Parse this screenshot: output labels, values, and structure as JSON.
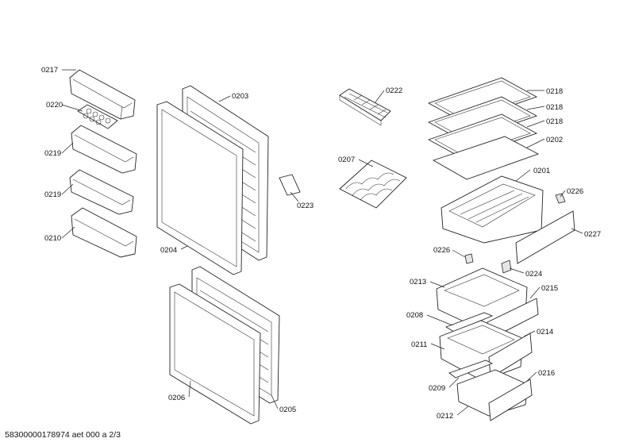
{
  "labels": {
    "p0217": "0217",
    "p0220": "0220",
    "p0219a": "0219",
    "p0219b": "0219",
    "p0210": "0210",
    "p0203": "0203",
    "p0204": "0204",
    "p0223": "0223",
    "p0206": "0206",
    "p0205": "0205",
    "p0222": "0222",
    "p0207": "0207",
    "p0218a": "0218",
    "p0218b": "0218",
    "p0218c": "0218",
    "p0202": "0202",
    "p0201": "0201",
    "p0226a": "0226",
    "p0227": "0227",
    "p0226b": "0226",
    "p0224": "0224",
    "p0213": "0213",
    "p0215": "0215",
    "p0208": "0208",
    "p0214": "0214",
    "p0211": "0211",
    "p0216": "0216",
    "p0209": "0209",
    "p0212": "0212"
  },
  "footer": "58300000178974 aet 000 a 2/3"
}
